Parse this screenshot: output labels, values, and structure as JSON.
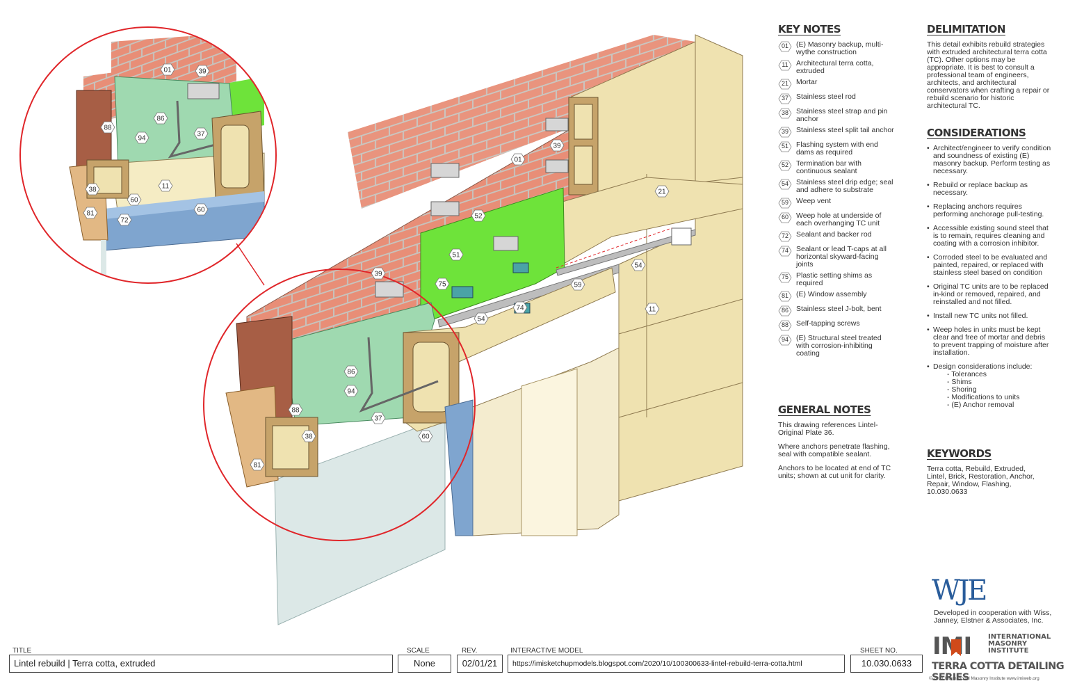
{
  "callouts": {
    "c01a": "01",
    "c39a": "39",
    "c88a": "88",
    "c86a": "86",
    "c37a": "37",
    "c94a": "94",
    "c11a": "11",
    "c38a": "38",
    "c60a": "60",
    "c60b": "60",
    "c81a": "81",
    "c72a": "72",
    "c39b": "39",
    "c01b": "01",
    "c21": "21",
    "c52": "52",
    "c51": "51",
    "c75": "75",
    "c54a": "54",
    "c54b": "54",
    "c74": "74",
    "c59": "59",
    "c11b": "11",
    "c39c": "39",
    "c86b": "86",
    "c94b": "94",
    "c88b": "88",
    "c37b": "37",
    "c38b": "38",
    "c81b": "81",
    "c60c": "60"
  },
  "key_notes": {
    "heading": "KEY NOTES",
    "items": [
      {
        "num": "01",
        "text": "(E) Masonry backup, multi-wythe construction"
      },
      {
        "num": "11",
        "text": "Architectural terra cotta, extruded"
      },
      {
        "num": "21",
        "text": "Mortar"
      },
      {
        "num": "37",
        "text": "Stainless steel rod"
      },
      {
        "num": "38",
        "text": "Stainless steel strap and pin anchor"
      },
      {
        "num": "39",
        "text": "Stainless steel split tail anchor"
      },
      {
        "num": "51",
        "text": "Flashing system with end dams as required"
      },
      {
        "num": "52",
        "text": "Termination bar with continuous sealant"
      },
      {
        "num": "54",
        "text": "Stainless steel drip edge; seal and adhere to substrate"
      },
      {
        "num": "59",
        "text": "Weep vent"
      },
      {
        "num": "60",
        "text": "Weep hole at underside of each overhanging TC unit"
      },
      {
        "num": "72",
        "text": "Sealant and backer rod"
      },
      {
        "num": "74",
        "text": "Sealant or lead T-caps at all horizontal skyward-facing joints"
      },
      {
        "num": "75",
        "text": "Plastic setting shims as required"
      },
      {
        "num": "81",
        "text": "(E) Window assembly"
      },
      {
        "num": "86",
        "text": "Stainless steel J-bolt, bent"
      },
      {
        "num": "88",
        "text": "Self-tapping screws"
      },
      {
        "num": "94",
        "text": "(E) Structural steel treated with corrosion-inhibiting coating"
      }
    ]
  },
  "general_notes": {
    "heading": "GENERAL NOTES",
    "paragraphs": [
      "This drawing references Lintel-Original Plate 36.",
      "Where anchors penetrate flashing, seal with compatible sealant.",
      "Anchors to be located at end of TC units; shown at cut unit for clarity."
    ]
  },
  "delimitation": {
    "heading": "DELIMITATION",
    "text": "This detail exhibits rebuild strategies with extruded architectural terra cotta (TC). Other options may be appropriate. It is best to consult a professional team of engineers, architects, and architectural conservators when crafting a repair or rebuild scenario for historic architectural TC."
  },
  "considerations": {
    "heading": "CONSIDERATIONS",
    "items": [
      "Architect/engineer to verify condition and soundness of existing (E) masonry backup. Perform testing as necessary.",
      "Rebuild or replace backup as necessary.",
      "Replacing anchors requires performing anchorage pull-testing.",
      "Accessible existing sound steel that is to remain, requires cleaning and coating with a corrosion inhibitor.",
      "Corroded steel to be evaluated and painted, repaired, or replaced with stainless steel based on condition",
      "Original TC units are to be replaced in-kind or removed, repaired, and reinstalled and not filled.",
      "Install new TC units not filled.",
      "Weep holes in units must be kept clear and free of mortar and debris to prevent trapping of moisture after installation."
    ],
    "design_intro": "Design considerations include:",
    "design_items": [
      "- Tolerances",
      "- Shims",
      "- Shoring",
      "- Modifications to units",
      "- (E) Anchor removal"
    ]
  },
  "keywords": {
    "heading": "KEYWORDS",
    "text": "Terra cotta, Rebuild, Extruded, Lintel, Brick, Restoration, Anchor, Repair, Window, Flashing, 10.030.0633"
  },
  "title_block": {
    "title_label": "TITLE",
    "title_value": "Lintel rebuild | Terra cotta, extruded",
    "scale_label": "SCALE",
    "scale_value": "None",
    "rev_label": "REV.",
    "rev_value": "02/01/21",
    "model_label": "INTERACTIVE MODEL",
    "model_value": "https://imisketchupmodels.blogspot.com/2020/10/100300633-lintel-rebuild-terra-cotta.html",
    "sheet_label": "SHEET NO.",
    "sheet_value": "10.030.0633"
  },
  "branding": {
    "wje_logo": "WJE",
    "developed": "Developed in cooperation with Wiss, Janney, Elstner & Associates, Inc.",
    "imi_logo": "IMI",
    "imi_line1": "INTERNATIONAL",
    "imi_line2": "MASONRY",
    "imi_line3": "INSTITUTE",
    "series": "TERRA COTTA DETAILING SERIES",
    "copyright": "© 2021 International Masonry Institute   www.imiweb.org"
  },
  "colors": {
    "brick": "#e88e77",
    "mortar": "#c7c3bd",
    "terra_cotta": "#efe2b0",
    "terra_cotta_dark": "#c6a36a",
    "flashing": "#6ee33a",
    "steel": "#9fd9b0",
    "callout_circle": "#e0262a",
    "glass": "#dce8e7",
    "frame_blue": "#7fa5cf",
    "imi_red": "#d04a1a"
  }
}
